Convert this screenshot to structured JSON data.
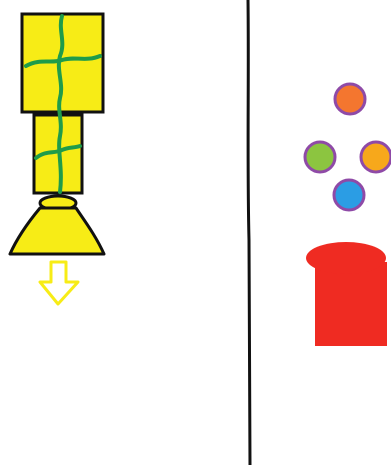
{
  "scene": {
    "background": "#ffffff",
    "divider_color": "#111111",
    "lamp": {
      "body_color": "#f7ec16",
      "outline_color": "#111111",
      "vine_color": "#1f9c4a",
      "arrow_color": "#f7ec16"
    },
    "dots": [
      {
        "name": "orange-dot-top",
        "color": "#f4762f"
      },
      {
        "name": "green-dot",
        "color": "#8cc540"
      },
      {
        "name": "orange-dot-right",
        "color": "#f7a81b"
      },
      {
        "name": "blue-dot",
        "color": "#2b9de4"
      }
    ],
    "dot_ring_color": "#8f4aa7",
    "pot": {
      "color": "#ef2b22"
    }
  }
}
